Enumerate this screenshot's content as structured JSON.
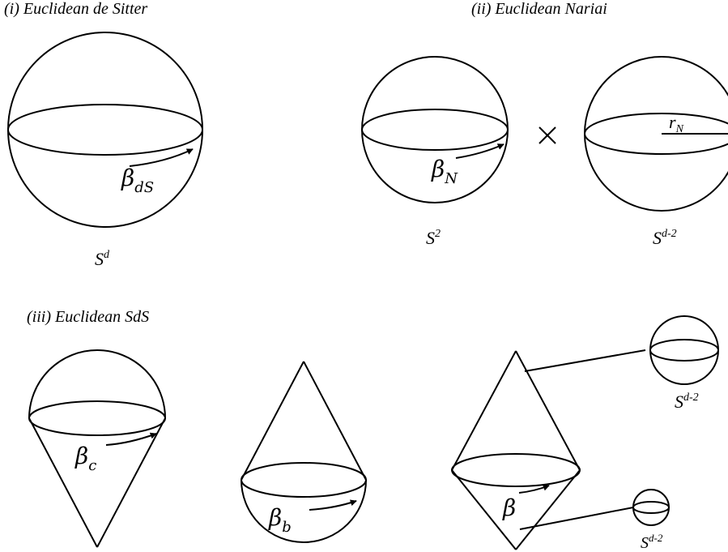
{
  "titles": {
    "de_sitter": "(i) Euclidean de Sitter",
    "nariai": "(ii) Euclidean Nariai",
    "sds": "(iii) Euclidean SdS"
  },
  "labels": {
    "beta": "β",
    "sub_dS": "dS",
    "sub_N": "N",
    "sub_c": "c",
    "sub_b": "b",
    "r": "r",
    "sub_rN": "N",
    "S": "S",
    "sup_d": "d",
    "sup_2": "2",
    "sup_d2": "d-2",
    "times": "×"
  }
}
